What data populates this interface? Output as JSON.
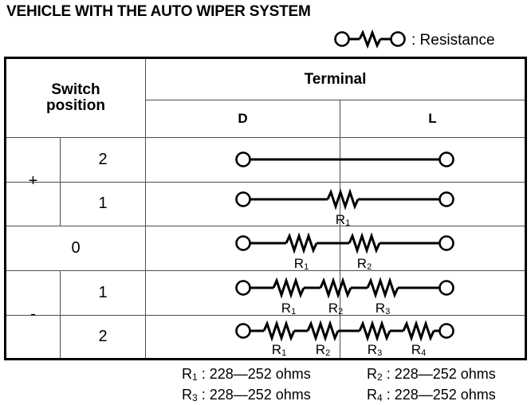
{
  "title": "VEHICLE WITH THE AUTO WIPER SYSTEM",
  "legend": {
    "symbol_name": "resistance-symbol",
    "text": ": Resistance"
  },
  "table": {
    "header": {
      "switch_position": "Switch\nposition",
      "switch_position_line1": "Switch",
      "switch_position_line2": "position",
      "terminal": "Terminal",
      "columns": [
        "D",
        "L"
      ]
    },
    "groups": [
      {
        "sign": "+",
        "rows": [
          "2",
          "1"
        ]
      },
      {
        "sign": "",
        "rows": [
          "0"
        ]
      },
      {
        "sign": "-",
        "rows": [
          "1",
          "2"
        ]
      }
    ],
    "rows": [
      {
        "sign": "+",
        "position": "2",
        "resistor_count": 0,
        "resistors": []
      },
      {
        "sign": "+",
        "position": "1",
        "resistor_count": 1,
        "resistors": [
          "R1"
        ]
      },
      {
        "sign": "",
        "position": "0",
        "resistor_count": 2,
        "resistors": [
          "R1",
          "R2"
        ]
      },
      {
        "sign": "-",
        "position": "1",
        "resistor_count": 3,
        "resistors": [
          "R1",
          "R2",
          "R3"
        ]
      },
      {
        "sign": "-",
        "position": "2",
        "resistor_count": 4,
        "resistors": [
          "R1",
          "R2",
          "R3",
          "R4"
        ]
      }
    ]
  },
  "footnotes": [
    [
      {
        "label": "R",
        "sub": "1",
        "value": " : 228—252 ohms"
      },
      {
        "label": "R",
        "sub": "2",
        "value": " : 228—252 ohms"
      }
    ],
    [
      {
        "label": "R",
        "sub": "3",
        "value": " : 228—252 ohms"
      },
      {
        "label": "R",
        "sub": "4",
        "value": " : 228—252 ohms"
      }
    ]
  ],
  "colors": {
    "ink": "#000000",
    "grid": "#4d4d4d",
    "background": "#ffffff"
  }
}
